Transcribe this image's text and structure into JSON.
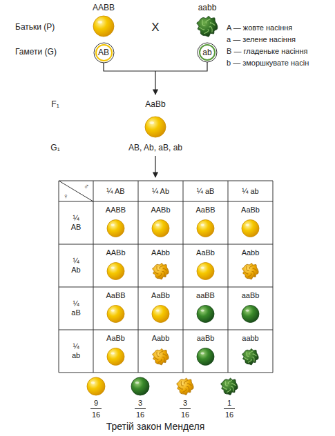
{
  "diagram": {
    "caption": "Третій закон Менделя",
    "nodes": [
      {
        "text": [
          "AB"
        ]
      },
      {
        "text": [
          "ab"
        ]
      }
    ],
    "labels": [
      "Батьки (P)",
      "AABB",
      "X",
      "aabb",
      "A — жовте насіння",
      "a — зелене насіння",
      "B — гладеньке насіння",
      "b — зморшкувате насін",
      "Гамети (G)",
      "F₁",
      "AaBb",
      "G₁",
      "AB, Ab, aB, ab",
      "♂",
      "♀",
      "¼ AB",
      "¼ Ab",
      "¼ aB",
      "¼ ab",
      "¼ AB",
      "AABB",
      "AABb",
      "AaBB",
      "AaBb",
      "¼ Ab",
      "AABb",
      "AAbb",
      "AaBb",
      "Aabb",
      "¼ aB",
      "AaBB",
      "AaBb",
      "aaBB",
      "aaBb",
      "¼ ab",
      "AaBb",
      "Aabb",
      "aaBb",
      "aabb",
      "9",
      "16",
      "3",
      "16",
      "3",
      "16",
      "1",
      "16"
    ]
  }
}
